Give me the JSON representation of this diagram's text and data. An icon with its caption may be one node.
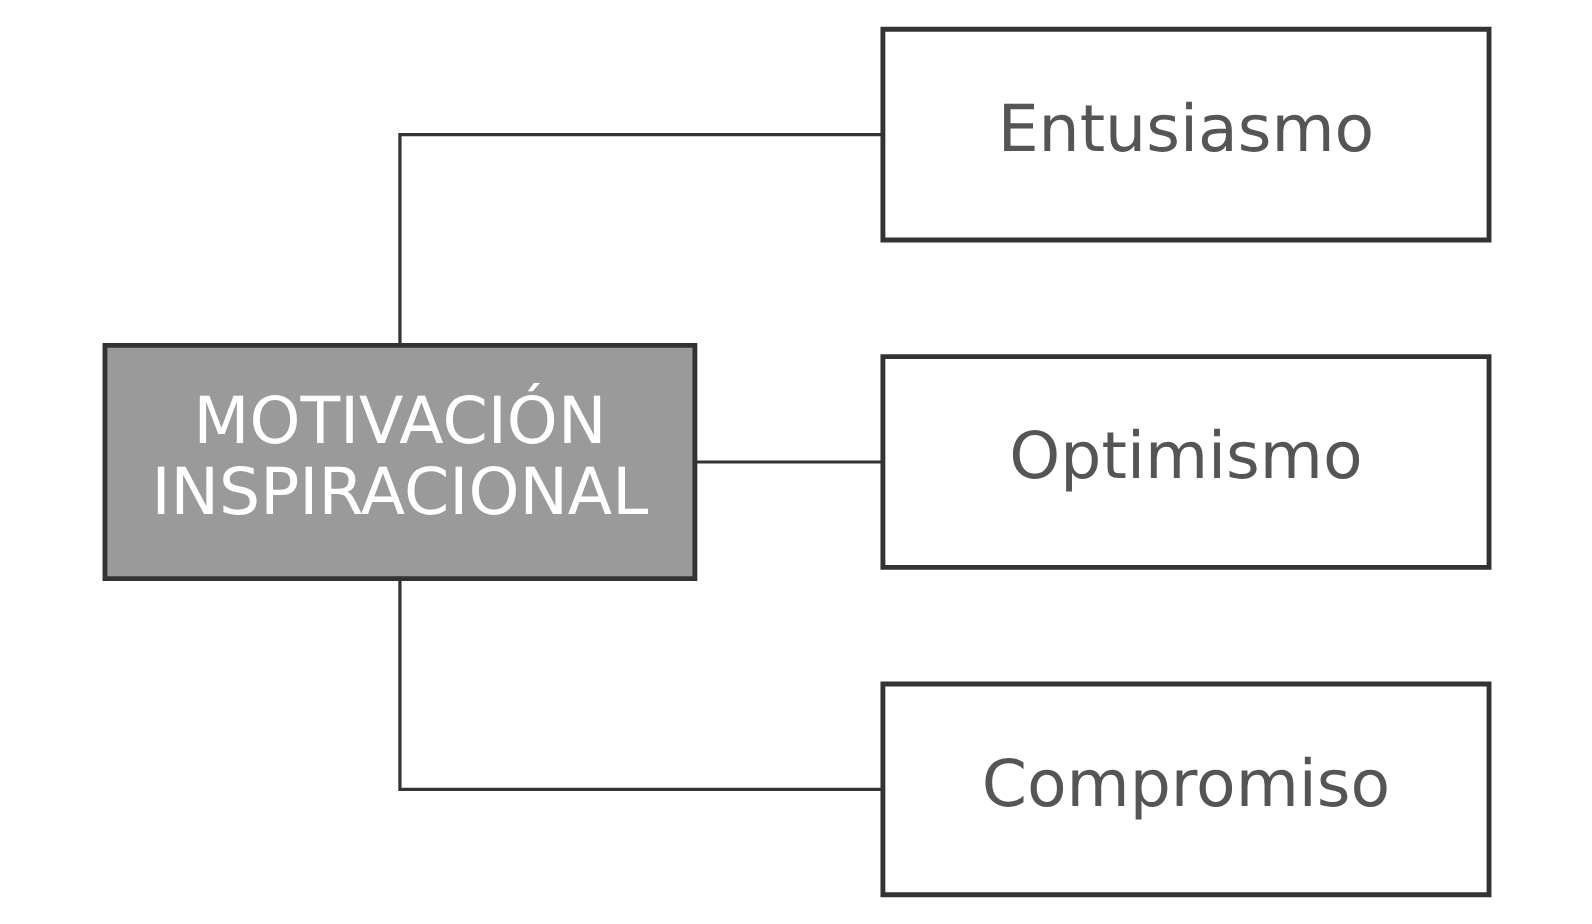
{
  "diagram": {
    "nodes": [
      {
        "text": [
          "MOTIVACIÓN INSPIRACIONAL"
        ]
      },
      {
        "text": [
          "Entusiasmo"
        ]
      },
      {
        "text": [
          "Optimismo"
        ]
      },
      {
        "text": [
          "Compromiso"
        ]
      }
    ],
    "edges": [
      {
        "from": 0,
        "to": 1,
        "arrow": "none"
      },
      {
        "from": 0,
        "to": 2,
        "arrow": "none"
      },
      {
        "from": 0,
        "to": 3,
        "arrow": "none"
      }
    ]
  }
}
